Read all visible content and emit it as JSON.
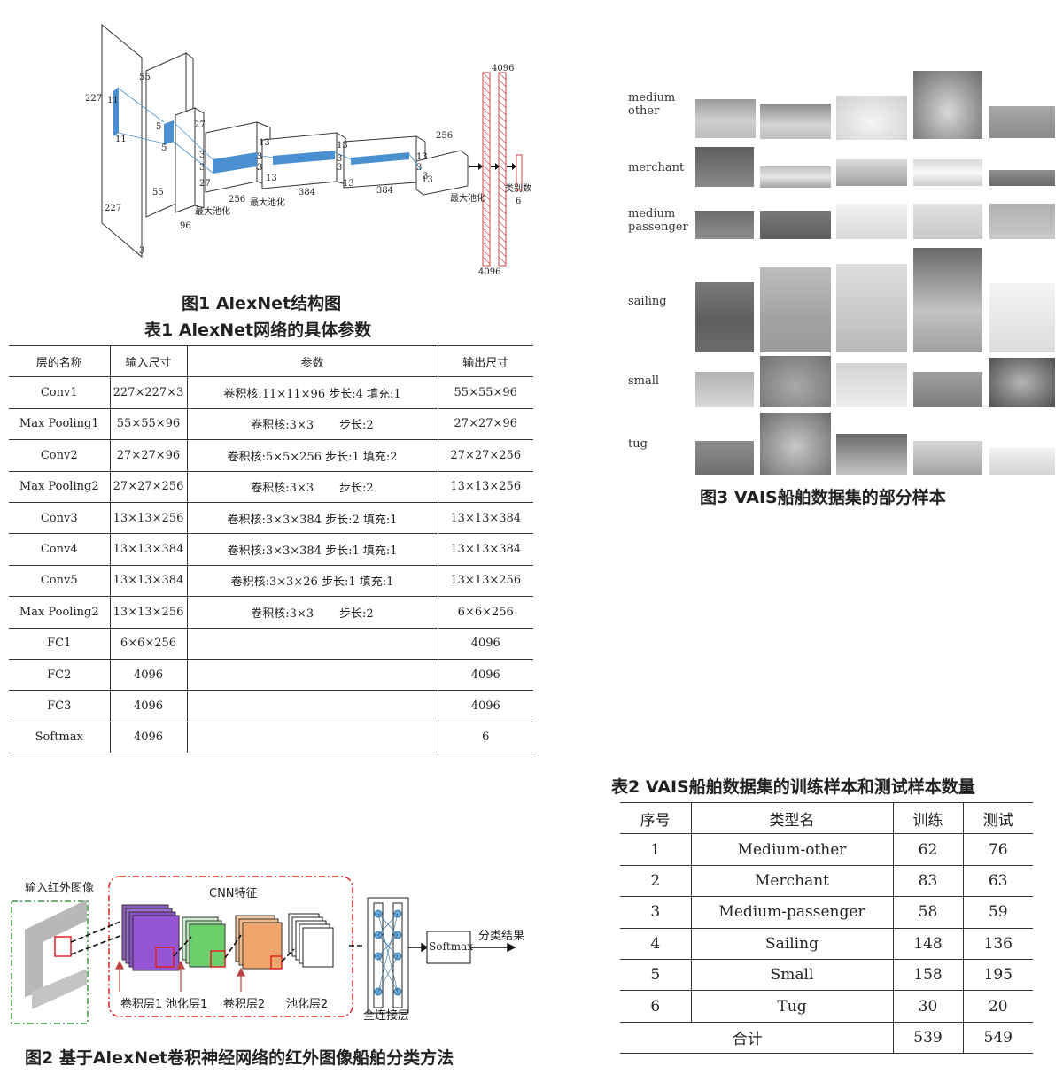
{
  "fig1": {
    "caption": "图1   AlexNet结构图",
    "labels": {
      "in227a": "227",
      "in227b": "227",
      "in3": "3",
      "k11a": "11",
      "k11b": "11",
      "l1_55a": "55",
      "l1_55b": "55",
      "l1_96": "96",
      "k5a": "5",
      "k5b": "5",
      "l2_27a": "27",
      "l2_27b": "27",
      "l2_256": "256",
      "k3a": "3",
      "k3b": "3",
      "l3_13a": "13",
      "l3_13b": "13",
      "l3_384": "384",
      "k3c": "3",
      "k3d": "3",
      "l4_13a": "13",
      "l4_13b": "13",
      "l4_384": "384",
      "k3e": "3",
      "k3f": "3",
      "l5_13a": "13",
      "l5_13b": "13",
      "l5_256": "256",
      "k3g": "3",
      "k3h": "3",
      "pool1": "最大池化",
      "pool2": "最大池化",
      "pool3": "最大池化",
      "fc_top": "4096",
      "fc_bot": "4096",
      "cls_label": "类别数",
      "cls_num": "6"
    }
  },
  "table1": {
    "title": "表1   AlexNet网络的具体参数",
    "headers": [
      "层的名称",
      "输入尺寸",
      "参数",
      "输出尺寸"
    ],
    "rows": [
      [
        "Conv1",
        "227×227×3",
        "卷积核:11×11×96  步长:4  填充:1",
        "55×55×96"
      ],
      [
        "Max Pooling1",
        "55×55×96",
        "卷积核:3×3       步长:2",
        "27×27×96"
      ],
      [
        "Conv2",
        "27×27×96",
        "卷积核:5×5×256 步长:1 填充:2",
        "27×27×256"
      ],
      [
        "Max Pooling2",
        "27×27×256",
        "卷积核:3×3       步长:2",
        "13×13×256"
      ],
      [
        "Conv3",
        "13×13×256",
        "卷积核:3×3×384  步长:2  填充:1",
        "13×13×384"
      ],
      [
        "Conv4",
        "13×13×384",
        "卷积核:3×3×384  步长:1  填充:1",
        "13×13×384"
      ],
      [
        "Conv5",
        "13×13×384",
        "卷积核:3×3×26  步长:1  填充:1",
        "13×13×256"
      ],
      [
        "Max Pooling2",
        "13×13×256",
        "卷积核:3×3       步长:2",
        "6×6×256"
      ],
      [
        "FC1",
        "6×6×256",
        "",
        "4096"
      ],
      [
        "FC2",
        "4096",
        "",
        "4096"
      ],
      [
        "FC3",
        "4096",
        "",
        "4096"
      ],
      [
        "Softmax",
        "4096",
        "",
        "6"
      ]
    ]
  },
  "fig2": {
    "caption": "图2   基于AlexNet卷积神经网络的红外图像船舶分类方法",
    "input_label": "输入红外图像",
    "cnn_label": "CNN特征",
    "conv1": "卷积层1",
    "pool1": "池化层1",
    "conv2": "卷积层2",
    "pool2": "池化层2",
    "fc": "全连接层",
    "softmax": "Softmax",
    "result": "分类结果"
  },
  "fig3": {
    "caption": "图3   VAIS船舶数据集的部分样本",
    "classes": [
      {
        "line1": "medium",
        "line2": "other"
      },
      {
        "line1": "merchant",
        "line2": ""
      },
      {
        "line1": "medium",
        "line2": "passenger"
      },
      {
        "line1": "sailing",
        "line2": ""
      },
      {
        "line1": "small",
        "line2": ""
      },
      {
        "line1": "tug",
        "line2": ""
      }
    ]
  },
  "table2": {
    "title": "表2   VAIS船舶数据集的训练样本和测试样本数量",
    "headers": [
      "序号",
      "类型名",
      "训练",
      "测试"
    ],
    "rows": [
      [
        "1",
        "Medium-other",
        "62",
        "76"
      ],
      [
        "2",
        "Merchant",
        "83",
        "63"
      ],
      [
        "3",
        "Medium-passenger",
        "58",
        "59"
      ],
      [
        "4",
        "Sailing",
        "148",
        "136"
      ],
      [
        "5",
        "Small",
        "158",
        "195"
      ],
      [
        "6",
        "Tug",
        "30",
        "20"
      ]
    ],
    "total": {
      "label": "合计",
      "train": "539",
      "test": "549"
    }
  }
}
